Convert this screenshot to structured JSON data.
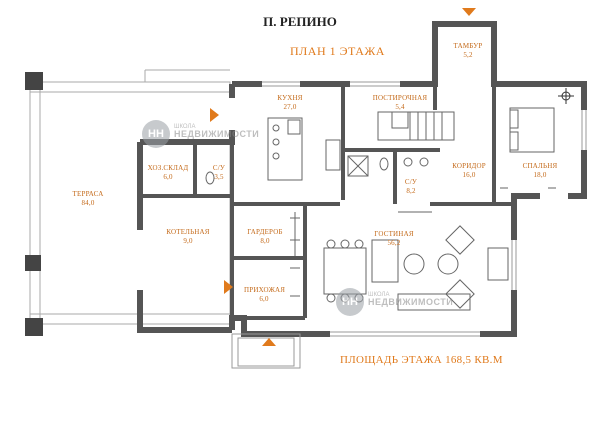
{
  "title": "П. РЕПИНО",
  "subtitle": "ПЛАН 1 ЭТАЖА",
  "floor_area": "ПЛОЩАДЬ ЭТАЖА 168,5 КВ.М",
  "watermark": {
    "logo": "НН",
    "line1": "ШКОЛА",
    "line2": "НЕДВИЖИМОСТИ"
  },
  "rooms": {
    "terrace": {
      "name": "ТЕРРАСА",
      "area": "84,0"
    },
    "storage": {
      "name": "ХОЗ.СКЛАД",
      "area": "6,0"
    },
    "wc1": {
      "name": "С/У",
      "area": "3,5"
    },
    "kitchen": {
      "name": "КУХНЯ",
      "area": "27,0"
    },
    "laundry": {
      "name": "ПОСТИРОЧНАЯ",
      "area": "5,4"
    },
    "vestibule": {
      "name": "ТАМБУР",
      "area": "5,2"
    },
    "wc2": {
      "name": "С/У",
      "area": "8,2"
    },
    "corridor": {
      "name": "КОРИДОР",
      "area": "16,0"
    },
    "bedroom": {
      "name": "СПАЛЬНЯ",
      "area": "18,0"
    },
    "boiler": {
      "name": "КОТЕЛЬНАЯ",
      "area": "9,0"
    },
    "wardrobe": {
      "name": "ГАРДЕРОБ",
      "area": "8,0"
    },
    "living": {
      "name": "ГОСТИНАЯ",
      "area": "56,2"
    },
    "hall": {
      "name": "ПРИХОЖАЯ",
      "area": "6,0"
    }
  },
  "colors": {
    "wall": "#555555",
    "label": "#c46a1a",
    "accent": "#e07a1c",
    "frame": "#aaaaaa"
  }
}
